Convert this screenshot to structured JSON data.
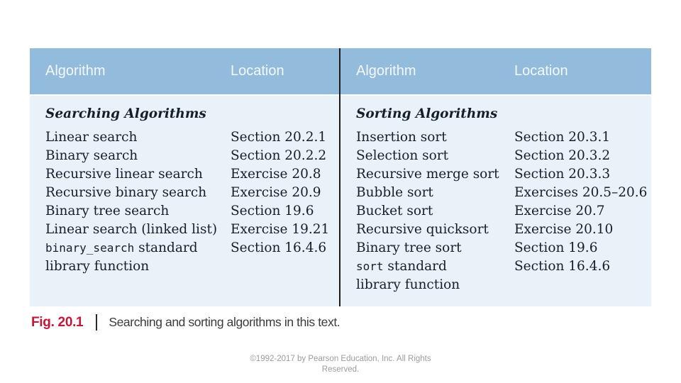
{
  "table": {
    "halves": [
      {
        "header": {
          "algorithm": "Algorithm",
          "location": "Location"
        },
        "section_heading": "Searching Algorithms",
        "rows": [
          {
            "lines": [
              [
                {
                  "text": "Linear search"
                }
              ]
            ],
            "location": "Section 20.2.1"
          },
          {
            "lines": [
              [
                {
                  "text": "Binary search"
                }
              ]
            ],
            "location": "Section 20.2.2"
          },
          {
            "lines": [
              [
                {
                  "text": "Recursive linear search"
                }
              ]
            ],
            "location": "Exercise 20.8"
          },
          {
            "lines": [
              [
                {
                  "text": "Recursive binary search"
                }
              ]
            ],
            "location": "Exercise 20.9"
          },
          {
            "lines": [
              [
                {
                  "text": "Binary tree search"
                }
              ]
            ],
            "location": "Section 19.6"
          },
          {
            "lines": [
              [
                {
                  "text": "Linear search (linked list)"
                }
              ]
            ],
            "location": "Exercise 19.21"
          },
          {
            "lines": [
              [
                {
                  "text": "binary_search",
                  "mono": true
                },
                {
                  "text": " standard"
                }
              ],
              [
                {
                  "text": "library function"
                }
              ]
            ],
            "location": "Section 16.4.6"
          }
        ]
      },
      {
        "header": {
          "algorithm": "Algorithm",
          "location": "Location"
        },
        "section_heading": "Sorting Algorithms",
        "rows": [
          {
            "lines": [
              [
                {
                  "text": "Insertion sort"
                }
              ]
            ],
            "location": "Section 20.3.1"
          },
          {
            "lines": [
              [
                {
                  "text": "Selection sort"
                }
              ]
            ],
            "location": "Section 20.3.2"
          },
          {
            "lines": [
              [
                {
                  "text": "Recursive merge sort"
                }
              ]
            ],
            "location": "Section 20.3.3"
          },
          {
            "lines": [
              [
                {
                  "text": "Bubble sort"
                }
              ]
            ],
            "location": "Exercises 20.5–20.6"
          },
          {
            "lines": [
              [
                {
                  "text": "Bucket sort"
                }
              ]
            ],
            "location": "Exercise 20.7"
          },
          {
            "lines": [
              [
                {
                  "text": "Recursive quicksort"
                }
              ]
            ],
            "location": "Exercise 20.10"
          },
          {
            "lines": [
              [
                {
                  "text": "Binary tree sort"
                }
              ]
            ],
            "location": "Section 19.6"
          },
          {
            "lines": [
              [
                {
                  "text": "sort",
                  "mono": true
                },
                {
                  "text": " standard"
                }
              ],
              [
                {
                  "text": "library function"
                }
              ]
            ],
            "location": "Section 16.4.6"
          }
        ]
      }
    ]
  },
  "caption": {
    "fig_label": "Fig. 20.1",
    "separator": "|",
    "text": "Searching and sorting algorithms in this text."
  },
  "footer": {
    "line1": "©1992-2017 by Pearson Education, Inc. All Rights",
    "line2": "Reserved."
  },
  "colors": {
    "header_bg": "#92bbdc",
    "body_bg": "#eaf2f9",
    "divider": "#1c1c1c",
    "fig_red": "#c41638",
    "footer_gray": "#9b9b9b"
  }
}
